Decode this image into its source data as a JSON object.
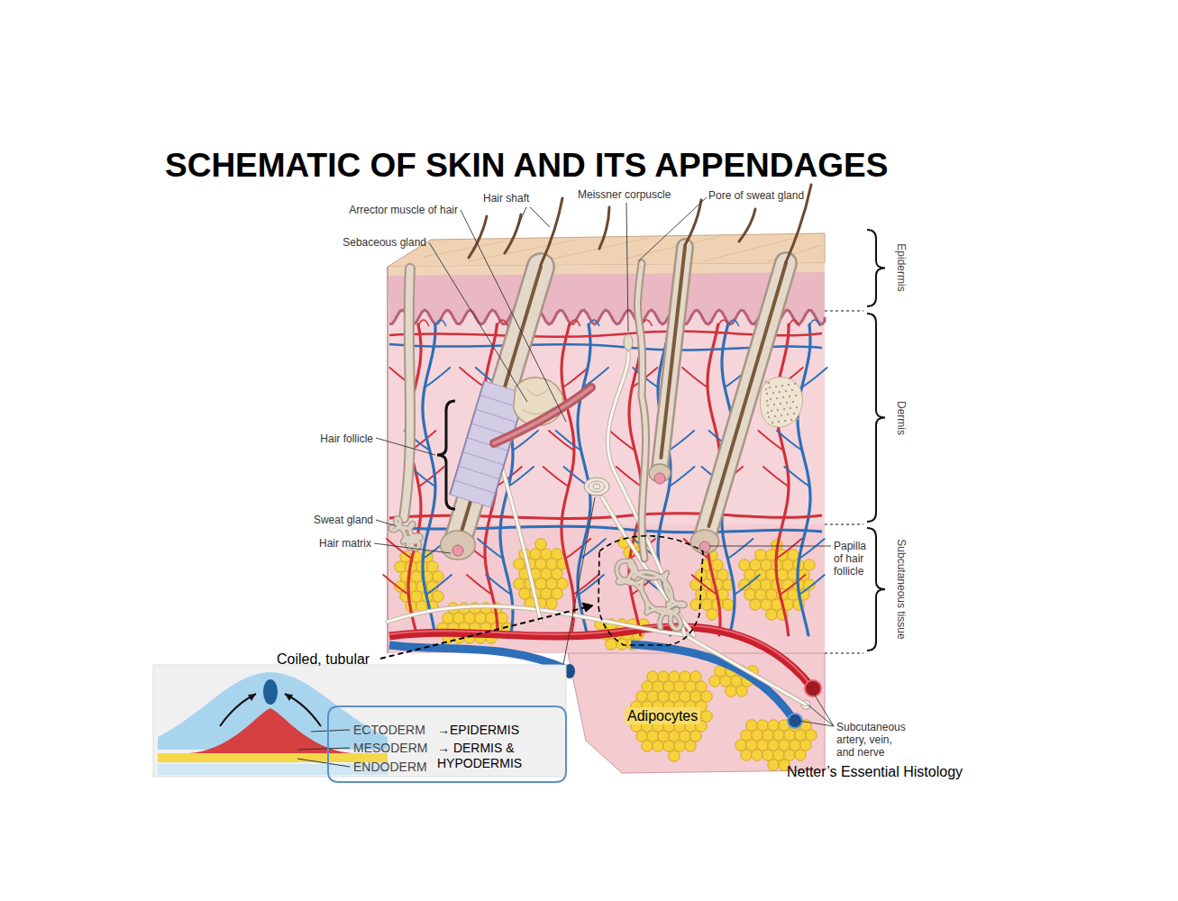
{
  "diagram": {
    "title": "SCHEMATIC OF SKIN AND ITS APPENDAGES",
    "caption": "Netter’s Essential Histology",
    "nodes": [
      {
        "text": [
          "ECTODERM",
          "→EPIDERMIS",
          "MESODERM",
          "→ DERMIS & HYPODERMIS",
          "ENDODERM"
        ]
      }
    ],
    "labels": [
      "Arrector muscle of hair",
      "Hair shaft",
      "Meissner corpuscle",
      "Pore of sweat gland",
      "Sebaceous gland",
      "Epidermis",
      "Hair follicle",
      "Dermis",
      "Sweat gland",
      "Hair matrix",
      "Papilla of hair follicle",
      "Subcutaneous tissue",
      "Coiled, tubular",
      "Adipocytes",
      "Subcutaneous artery, vein, and nerve"
    ]
  }
}
